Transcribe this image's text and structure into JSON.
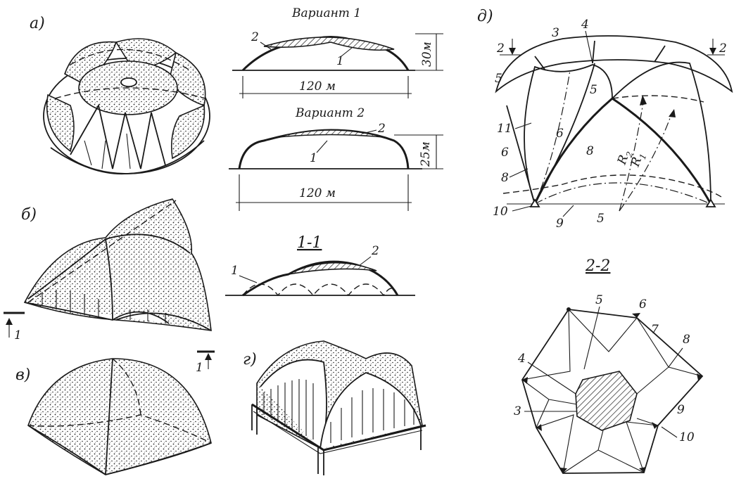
{
  "labels": {
    "a": "а)",
    "b": "б)",
    "v": "в)",
    "g": "г)",
    "d": "д)"
  },
  "variants": {
    "v1_title": "Вариант 1",
    "v1_span": "120 м",
    "v1_height": "30м",
    "v2_title": "Вариант 2",
    "v2_span": "120 м",
    "v2_height": "25м"
  },
  "sections": {
    "s11": "1-1",
    "s22": "2-2",
    "cut1": "1",
    "cut2": "2"
  },
  "callouts": {
    "n1": "1",
    "n2": "2",
    "n3": "3",
    "n4": "4",
    "n5": "5",
    "n6": "6",
    "n7": "7",
    "n8": "8",
    "n9": "9",
    "n10": "10",
    "n11": "11",
    "R1": "R",
    "R1_sub": "1",
    "R2": "R",
    "R2_sub": "2"
  }
}
